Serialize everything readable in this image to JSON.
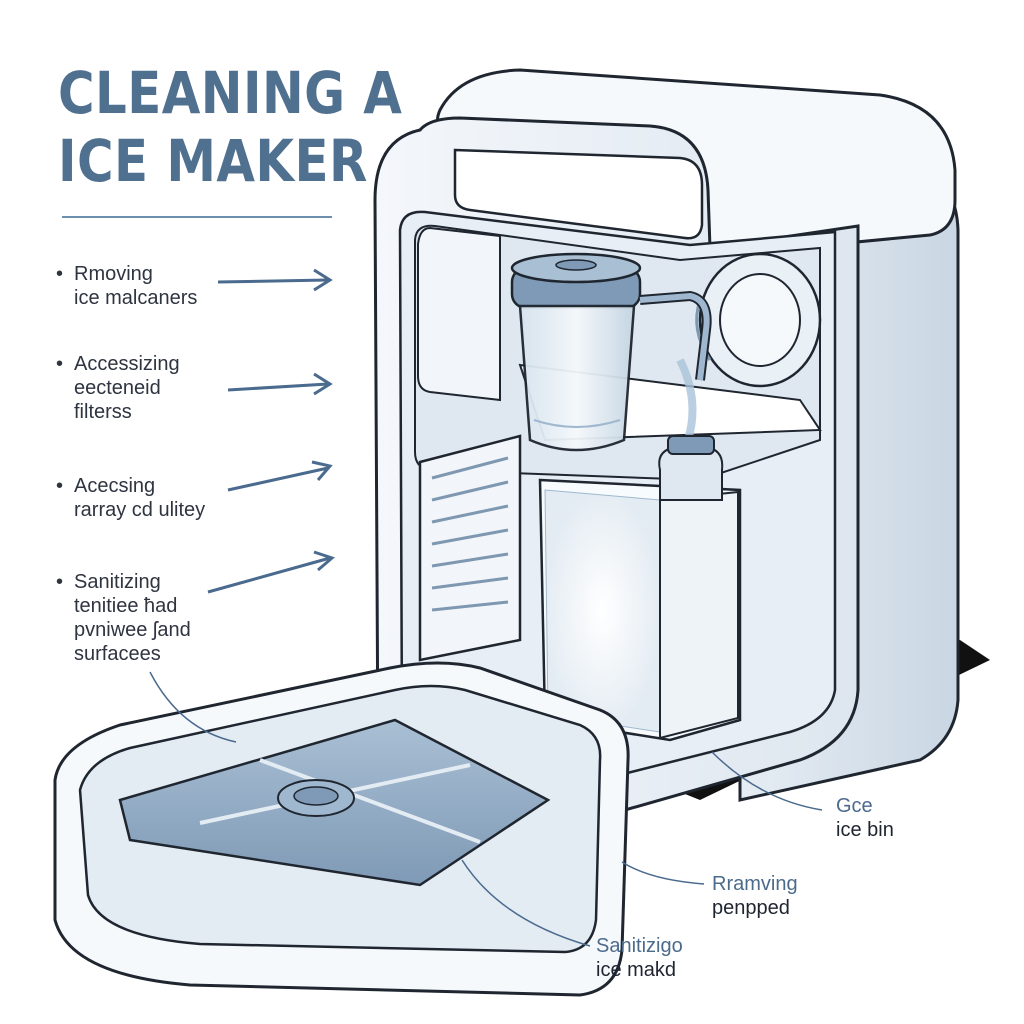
{
  "title": {
    "line1": "CLEANING A",
    "line2": "ICE MAKER"
  },
  "steps": [
    {
      "bullet": "•",
      "lines": [
        "Rmoving",
        "ice malcaners"
      ]
    },
    {
      "bullet": "•",
      "lines": [
        "Accessizing",
        "eecteneid",
        "filterss"
      ]
    },
    {
      "bullet": "•",
      "lines": [
        "Acecsing",
        "rarray cd ulitey"
      ]
    },
    {
      "bullet": "•",
      "lines": [
        "Sanitizing",
        "tenitiee ħad",
        "pvniwee ʃand",
        "surfacees"
      ]
    }
  ],
  "callouts": {
    "ice_bin": {
      "line1": "Gce",
      "line2": "ice bin"
    },
    "removing": {
      "line1": "Rramving",
      "line2": "penpped"
    },
    "sanitizing": {
      "line1": "Sanitizigo",
      "line2": "ice makd"
    }
  },
  "colors": {
    "title": "#50708f",
    "accent": "#4a6a8e",
    "machine_body": "#eef3f8",
    "outline": "#1f2630",
    "water_blue": "#9fb8cf",
    "shadow": "#0d0d0d"
  }
}
